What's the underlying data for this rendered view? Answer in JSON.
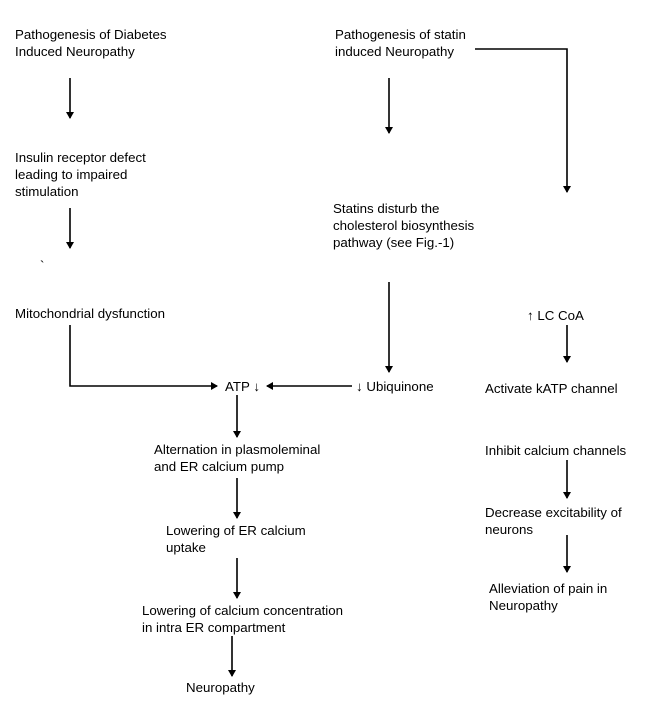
{
  "diagram": {
    "type": "flowchart",
    "colors": {
      "background": "#ffffff",
      "line": "#000000",
      "text": "#000000"
    },
    "nodes": {
      "diabetes_title": {
        "lines": [
          "Pathogenesis of Diabetes",
          "Induced Neuropathy"
        ]
      },
      "insulin_defect": {
        "lines": [
          "Insulin receptor defect",
          "leading to impaired",
          "stimulation"
        ]
      },
      "stray_mark": {
        "lines": [
          "`"
        ]
      },
      "mito_dysfunction": {
        "lines": [
          "Mitochondrial dysfunction"
        ]
      },
      "statin_title": {
        "lines": [
          "Pathogenesis of statin",
          "induced Neuropathy"
        ]
      },
      "statins_disturb": {
        "lines": [
          "Statins disturb the",
          "cholesterol biosynthesis",
          "pathway (see Fig.-1)"
        ]
      },
      "ubiquinone": {
        "lines": [
          "↓ Ubiquinone"
        ]
      },
      "atp": {
        "lines": [
          "ATP ↓"
        ]
      },
      "lc_coa": {
        "lines": [
          "↑ LC CoA"
        ]
      },
      "katp": {
        "lines": [
          "Activate kATP channel"
        ]
      },
      "inhibit_ca": {
        "lines": [
          "Inhibit calcium channels"
        ]
      },
      "decrease_excit": {
        "lines": [
          "Decrease excitability of",
          "neurons"
        ]
      },
      "alleviation": {
        "lines": [
          "Alleviation of pain in",
          "Neuropathy"
        ]
      },
      "alternation": {
        "lines": [
          "Alternation in plasmoleminal",
          "and ER calcium pump"
        ]
      },
      "lowering_uptake": {
        "lines": [
          "Lowering of ER calcium",
          "uptake"
        ]
      },
      "lowering_conc": {
        "lines": [
          "Lowering of calcium concentration",
          "in intra ER compartment"
        ]
      },
      "neuropathy": {
        "lines": [
          "Neuropathy"
        ]
      }
    },
    "edges": [
      {
        "from": "diabetes_title",
        "to": "insulin_defect"
      },
      {
        "from": "insulin_defect",
        "to": "mito_dysfunction"
      },
      {
        "from": "mito_dysfunction",
        "to": "atp"
      },
      {
        "from": "statin_title",
        "to": "statins_disturb"
      },
      {
        "from": "statins_disturb",
        "to": "ubiquinone"
      },
      {
        "from": "ubiquinone",
        "to": "atp"
      },
      {
        "from": "statin_title",
        "to": "lc_coa"
      },
      {
        "from": "lc_coa",
        "to": "katp"
      },
      {
        "from": "inhibit_ca",
        "to": "decrease_excit"
      },
      {
        "from": "decrease_excit",
        "to": "alleviation"
      },
      {
        "from": "atp",
        "to": "alternation"
      },
      {
        "from": "alternation",
        "to": "lowering_uptake"
      },
      {
        "from": "lowering_uptake",
        "to": "lowering_conc"
      },
      {
        "from": "lowering_conc",
        "to": "neuropathy"
      }
    ]
  }
}
